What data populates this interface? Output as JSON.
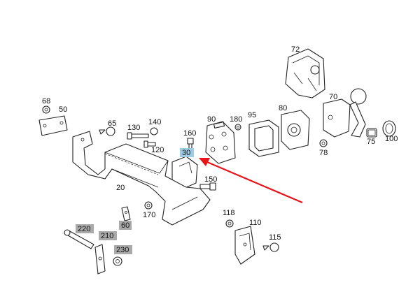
{
  "labels": {
    "p72": "72",
    "p70": "70",
    "p68": "68",
    "p50": "50",
    "p65": "65",
    "p130": "130",
    "p140": "140",
    "p120": "120",
    "p160": "160",
    "p90": "90",
    "p180": "180",
    "p95": "95",
    "p80": "80",
    "p75": "75",
    "p100": "100",
    "p78": "78",
    "p30": "30",
    "p20": "20",
    "p150": "150",
    "p170": "170",
    "p60": "60",
    "p220": "220",
    "p210": "210",
    "p230": "230",
    "p118": "118",
    "p110": "110",
    "p115": "115"
  },
  "colors": {
    "highlight_grey": "#a9a9a9",
    "highlight_blue": "#9ccbe3",
    "arrow": "#e8141a"
  }
}
